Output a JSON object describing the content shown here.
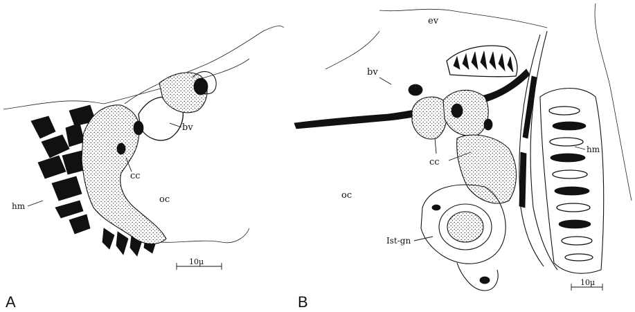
{
  "figure": {
    "panels": [
      {
        "id": "A",
        "letter": "A",
        "labels": {
          "bv": "bv",
          "cc": "cc",
          "oc": "oc",
          "hm": "hm"
        },
        "scale_bar": "10μ"
      },
      {
        "id": "B",
        "letter": "B",
        "labels": {
          "ev": "ev",
          "bv": "bv",
          "cc": "cc",
          "oc": "oc",
          "hm": "hm",
          "ist_gn": "Ist-gn"
        },
        "scale_bar": "10μ"
      }
    ]
  }
}
